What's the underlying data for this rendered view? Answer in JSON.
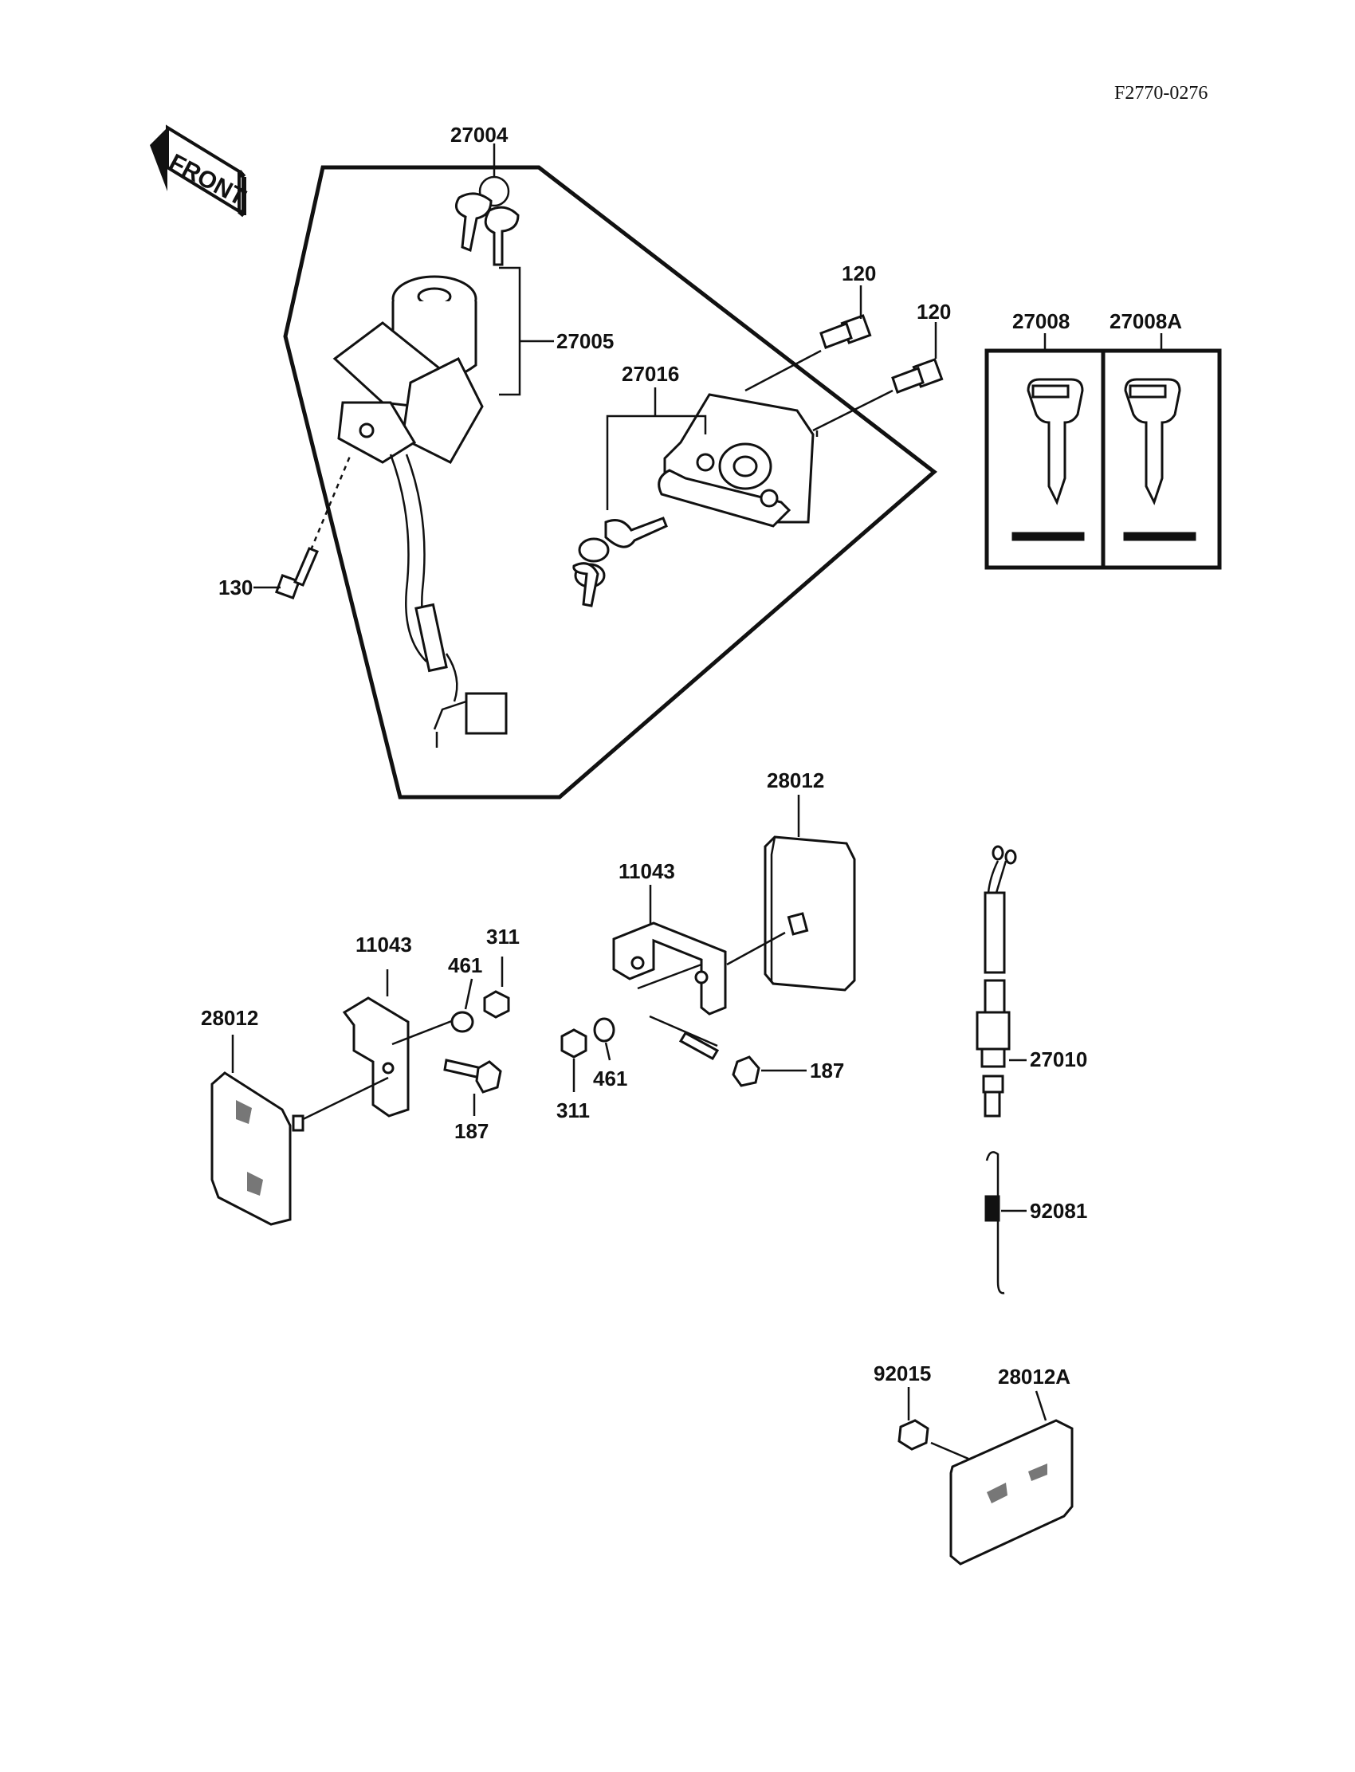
{
  "diagram_code": "F2770-0276",
  "front_marker": "FRONT",
  "callouts": {
    "c27004": "27004",
    "c27005": "27005",
    "c27016": "27016",
    "c120a": "120",
    "c120b": "120",
    "c130": "130",
    "c27008": "27008",
    "c27008A": "27008A",
    "c28012_top": "28012",
    "c11043_right": "11043",
    "c11043_left": "11043",
    "c311_left": "311",
    "c461_left": "461",
    "c28012_left": "28012",
    "c187_left": "187",
    "c311_right": "311",
    "c461_right": "461",
    "c187_right": "187",
    "c27010": "27010",
    "c92081": "92081",
    "c92015": "92015",
    "c28012A": "28012A"
  }
}
